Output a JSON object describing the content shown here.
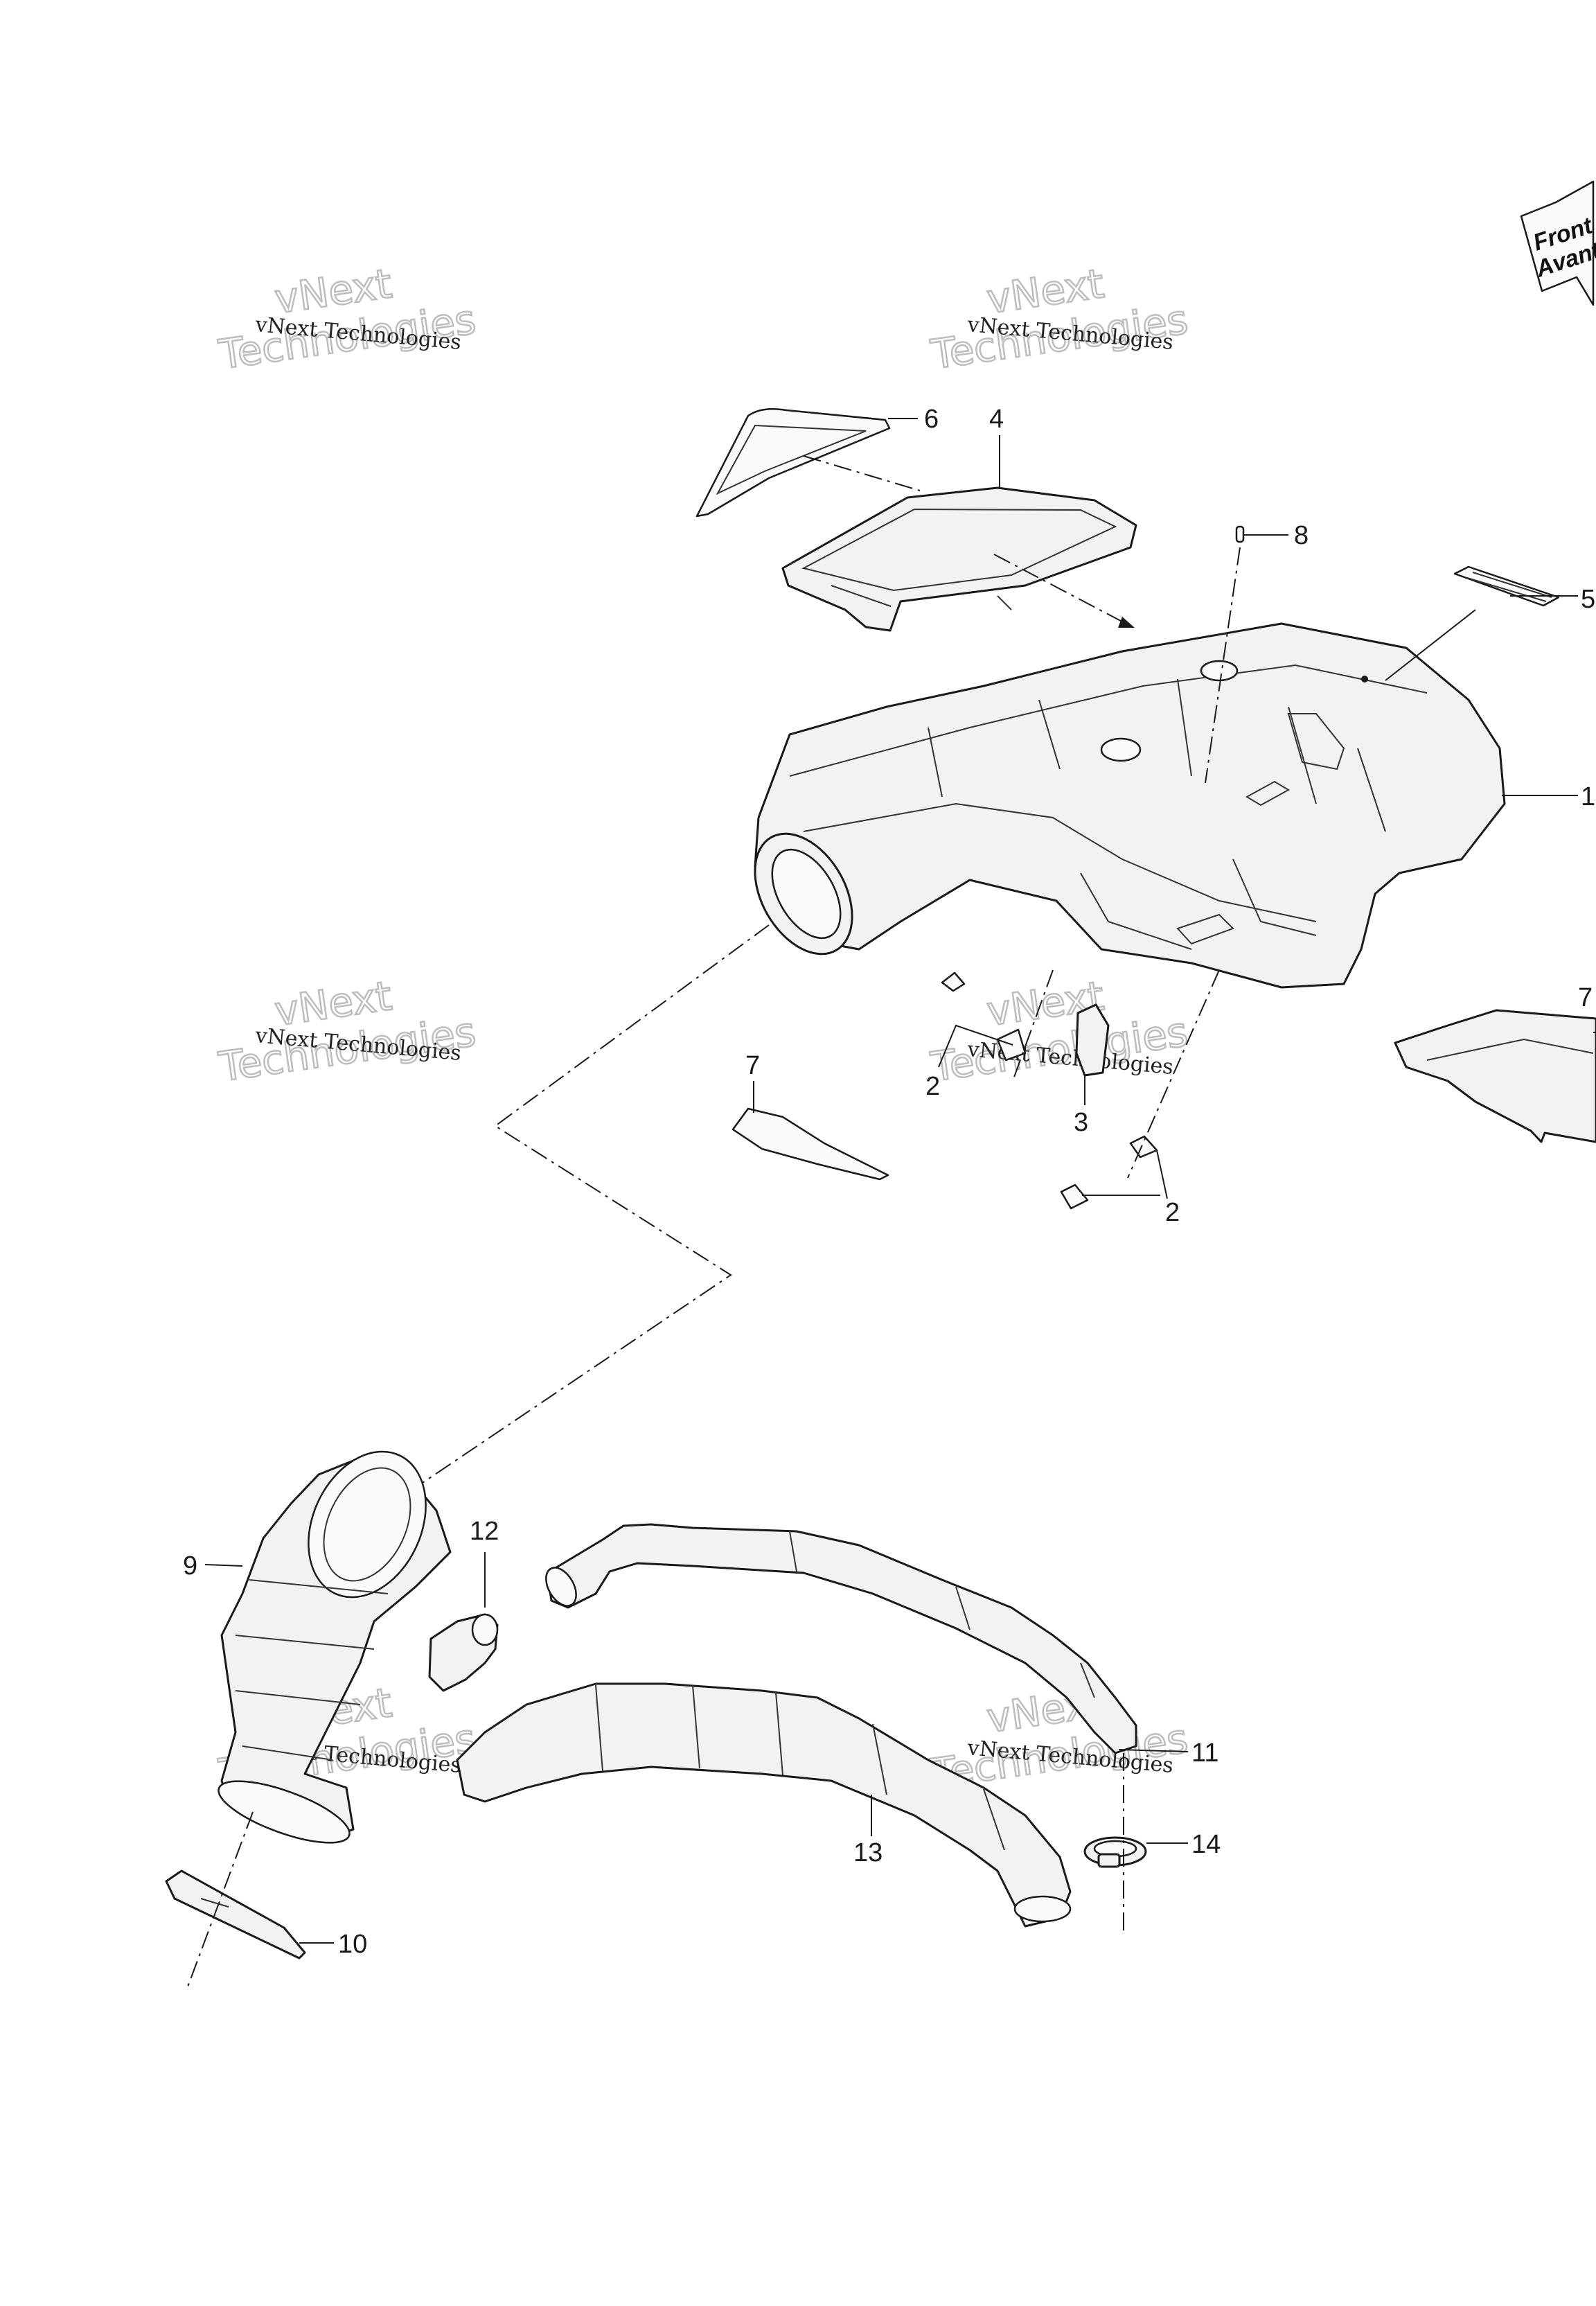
{
  "callouts": {
    "c1": "1",
    "c2a": "2",
    "c2b": "2",
    "c3": "3",
    "c4": "4",
    "c5": "5",
    "c6": "6",
    "c7a": "7",
    "c7b": "7",
    "c8": "8",
    "c9": "9",
    "c10": "10",
    "c11": "11",
    "c12": "12",
    "c13": "13",
    "c14": "14"
  },
  "direction_badge": {
    "line1": "Front",
    "line2": "Avant"
  },
  "watermark": {
    "company": "vNext Technologies",
    "word1": "vNext",
    "word2": "Technologies"
  }
}
